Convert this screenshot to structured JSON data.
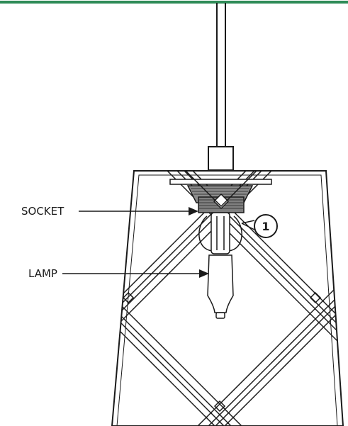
{
  "diagram": {
    "labels": {
      "socket": "SOCKET",
      "lamp": "LAMP",
      "callout": "1"
    },
    "colors": {
      "top_rule": "#2e8b57",
      "line": "#1a1a1a",
      "socket_fill": "#8c8c8c"
    }
  }
}
